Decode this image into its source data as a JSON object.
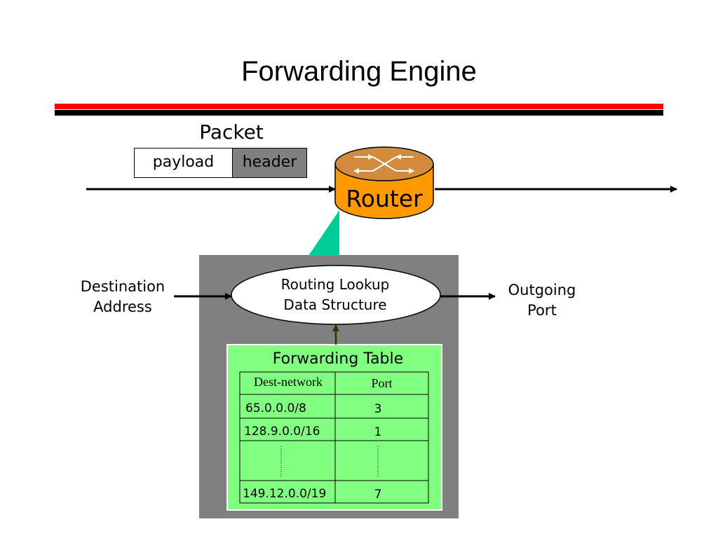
{
  "title": "Forwarding Engine",
  "packet": {
    "label": "Packet",
    "payload": "payload",
    "header": "header"
  },
  "router": {
    "label": "Router"
  },
  "lookup": {
    "line1": "Routing Lookup",
    "line2": "Data Structure"
  },
  "input_label": {
    "line1": "Destination",
    "line2": "Address"
  },
  "output_label": {
    "line1": "Outgoing",
    "line2": "Port"
  },
  "forwarding_table": {
    "title": "Forwarding Table",
    "headers": [
      "Dest-network",
      "Port"
    ],
    "rows": [
      {
        "network": "65.0.0.0/8",
        "port": "3"
      },
      {
        "network": "128.9.0.0/16",
        "port": "1"
      },
      {
        "network": "149.12.0.0/19",
        "port": "7"
      }
    ]
  },
  "colors": {
    "accent_red": "#ff0000",
    "router_orange": "#ff9900",
    "table_green": "#80ff80",
    "link_teal": "#00cc99",
    "box_gray": "#808080"
  }
}
